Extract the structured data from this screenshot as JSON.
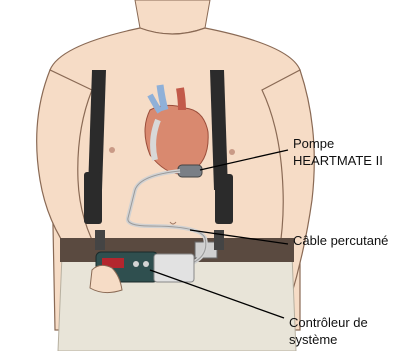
{
  "labels": {
    "pump": {
      "line1": "Pompe",
      "line2": "HEARTMATE II"
    },
    "cable": {
      "line1": "Câble percutané"
    },
    "controller": {
      "line1": "Contrôleur de",
      "line2": "système"
    }
  },
  "colors": {
    "skin": "#f6dcc6",
    "skin_outline": "#8a6a55",
    "harness": "#2b2b2b",
    "belt": "#5a4a40",
    "pants": "#e8e4d8",
    "heart": "#d9896f",
    "vessel_blue": "#8fb0d8",
    "controller": "#2f4f4f",
    "controller_screen": "#b3262e",
    "leader": "#000000"
  },
  "icons": [
    "heart-pump-illustration",
    "controller-device-icon"
  ]
}
